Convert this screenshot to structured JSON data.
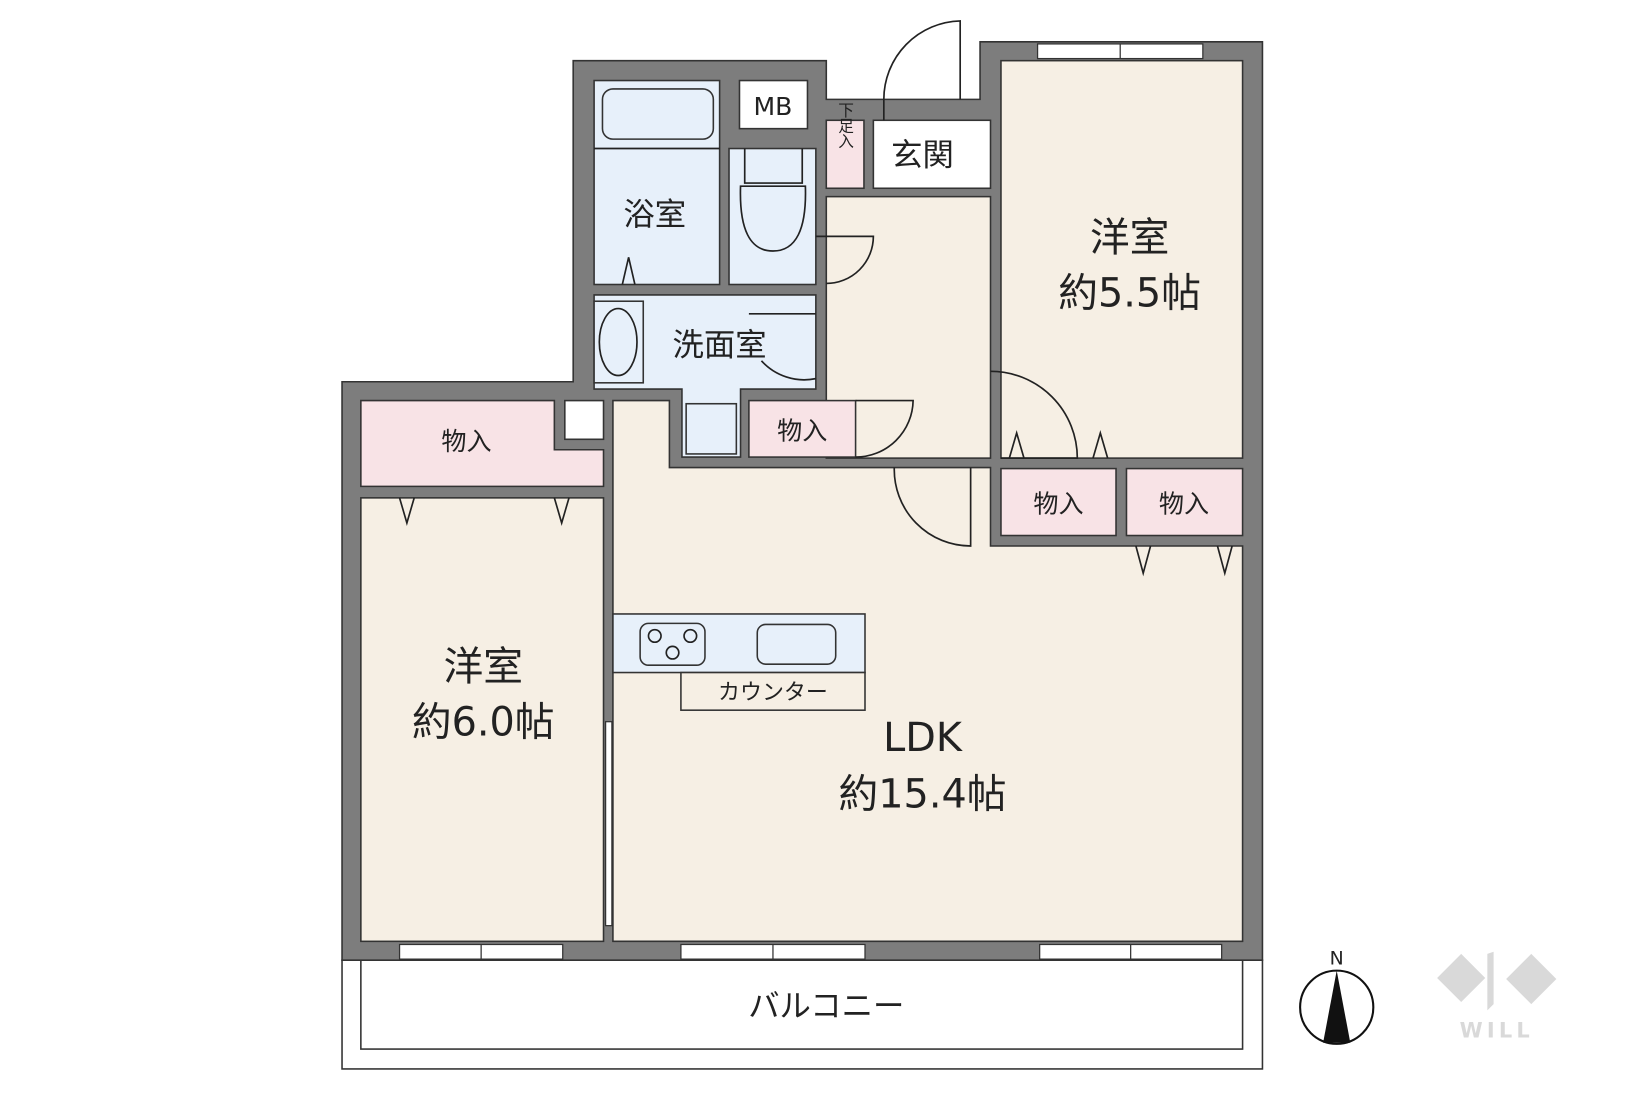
{
  "rooms": {
    "western_room_1": {
      "name": "洋室",
      "size": "約6.0帖"
    },
    "western_room_2": {
      "name": "洋室",
      "size": "約5.5帖"
    },
    "ldk": {
      "name": "LDK",
      "size": "約15.4帖"
    },
    "bathroom": {
      "name": "浴室"
    },
    "washroom": {
      "name": "洗面室"
    },
    "entrance": {
      "name": "玄関"
    },
    "shoe_closet": {
      "name": "下足入"
    },
    "meter_box": {
      "name": "MB"
    },
    "storage_left": {
      "name": "物入"
    },
    "storage_mid": {
      "name": "物入"
    },
    "storage_right_1": {
      "name": "物入"
    },
    "storage_right_2": {
      "name": "物入"
    },
    "counter": {
      "name": "カウンター"
    },
    "balcony": {
      "name": "バルコニー"
    }
  },
  "compass": {
    "label": "N"
  },
  "logo": {
    "text": "WILL"
  },
  "colors": {
    "wall": "#7d7d7d",
    "room": "#f6efe4",
    "wet": "#e7f0fa",
    "storage": "#f8e3e6"
  }
}
